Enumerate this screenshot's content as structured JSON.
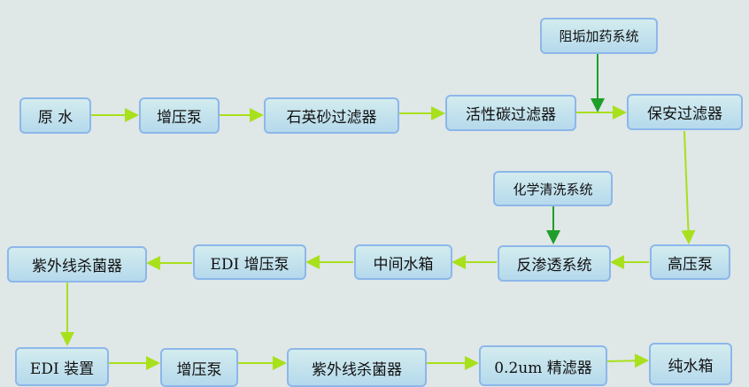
{
  "nodes": {
    "raw_water": "原 水",
    "booster_pump_1": "增压泵",
    "quartz_sand_filter": "石英砂过滤器",
    "activated_carbon_filter": "活性碳过滤器",
    "security_filter": "保安过滤器",
    "antiscalant_dosing": "阻垢加药系统",
    "chemical_cleaning": "化学清洗系统",
    "high_pressure_pump": "高压泵",
    "reverse_osmosis": "反渗透系统",
    "intermediate_tank": "中间水箱",
    "edi_booster_pump": "EDI 增压泵",
    "uv_sterilizer_1": "紫外线杀菌器",
    "edi_unit": "EDI 装置",
    "booster_pump_2": "增压泵",
    "uv_sterilizer_2": "紫外线杀菌器",
    "fine_filter": "0.2um 精滤器",
    "pure_water_tank": "纯水箱"
  },
  "colors": {
    "flow_arrow": "#a8e01c",
    "dosing_arrow": "#1f9e2a",
    "box_border": "#8db7ea"
  }
}
